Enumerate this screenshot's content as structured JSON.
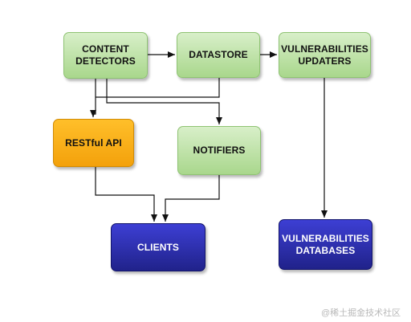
{
  "nodes": {
    "content_detectors": "CONTENT\nDETECTORS",
    "datastore": "DATASTORE",
    "vuln_updaters": "VULNERABILITIES\nUPDATERS",
    "restful_api": "RESTful API",
    "notifiers": "NOTIFIERS",
    "clients": "CLIENTS",
    "vuln_databases": "VULNERABILITIES\nDATABASES"
  },
  "edges": [
    {
      "from": "content_detectors",
      "to": "datastore"
    },
    {
      "from": "datastore",
      "to": "vuln_updaters"
    },
    {
      "from": "content_detectors",
      "to": "restful_api"
    },
    {
      "from": "content_detectors",
      "to": "notifiers"
    },
    {
      "from": "datastore",
      "to": "restful_api"
    },
    {
      "from": "restful_api",
      "to": "clients"
    },
    {
      "from": "notifiers",
      "to": "clients"
    },
    {
      "from": "vuln_updaters",
      "to": "vuln_databases"
    }
  ],
  "watermark": "@稀土掘金技术社区",
  "colors": {
    "process_node": "#b9e0a3",
    "api_node": "#f7ae17",
    "output_node": "#2b2db0",
    "edge": "#111111"
  }
}
